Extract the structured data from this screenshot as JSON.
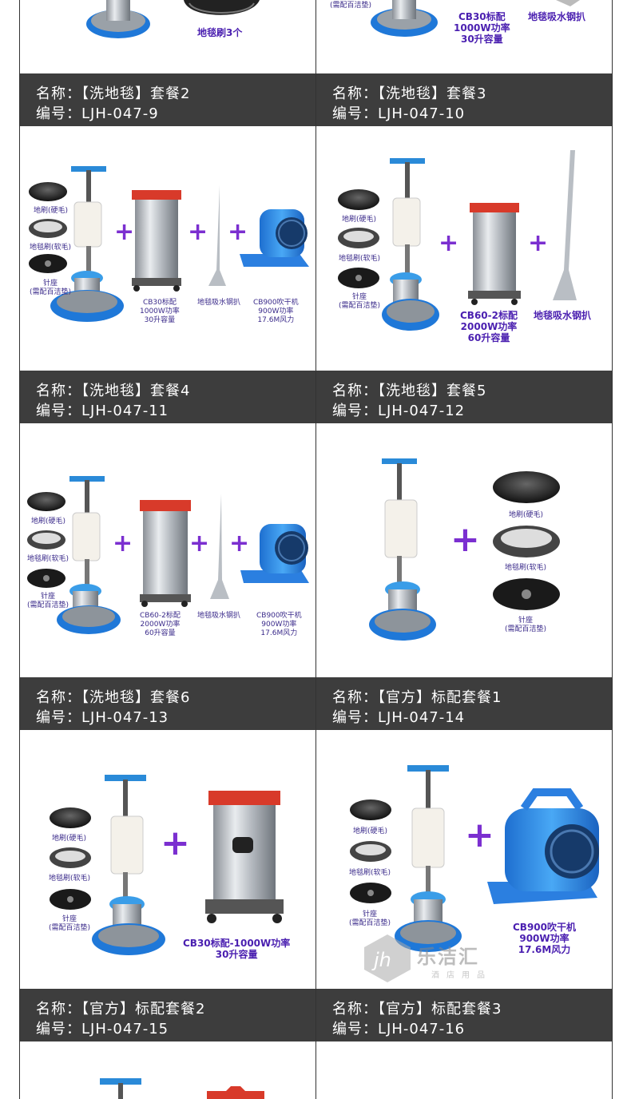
{
  "captions": [
    {
      "name": "名称：【洗地毯】套餐2",
      "code": "编号：LJH-047-9"
    },
    {
      "name": "名称：【洗地毯】套餐3",
      "code": "编号：LJH-047-10"
    },
    {
      "name": "名称：【洗地毯】套餐4",
      "code": "编号：LJH-047-11"
    },
    {
      "name": "名称：【洗地毯】套餐5",
      "code": "编号：LJH-047-12"
    },
    {
      "name": "名称：【洗地毯】套餐6",
      "code": "编号：LJH-047-13"
    },
    {
      "name": "名称：【官方】标配套餐1",
      "code": "编号：LJH-047-14"
    },
    {
      "name": "名称：【官方】标配套餐2",
      "code": "编号：LJH-047-15"
    },
    {
      "name": "名称：【官方】标配套餐3",
      "code": "编号：LJH-047-16"
    }
  ],
  "labels": {
    "top_left": "地毯刷3个",
    "top_right_small": "(需配百洁垫)",
    "top_right_cb30": "CB30标配\n1000W功率\n30升容量",
    "top_right_wand": "地毯吸水钢扒",
    "brush_hard": "地刷(硬毛)",
    "brush_carpet": "地毯刷(软毛)",
    "pad_holder": "针座\n(需配百洁垫)",
    "cb30_small": "CB30标配\n1000W功率\n30升容量",
    "wand": "地毯吸水钢扒",
    "cb900_small": "CB900吹干机\n900W功率\n17.6M风力",
    "cb60_big": "CB60-2标配\n2000W功率\n60升容量",
    "cb60_small": "CB60-2标配\n2000W功率\n60升容量",
    "cb30_long": "CB30标配-1000W功率\n30升容量",
    "cb900_big": "CB900吹干机\n900W功率\n17.6M风力",
    "plus": "+"
  },
  "watermark": {
    "brand": "乐洁汇",
    "sub": "酒店用品",
    "logo": "jh"
  },
  "colors": {
    "accent": "#7b2fd0",
    "label": "#3a2a8a",
    "caption_bg": "#3d3d3d",
    "machine_blue": "#2f8fe0"
  }
}
